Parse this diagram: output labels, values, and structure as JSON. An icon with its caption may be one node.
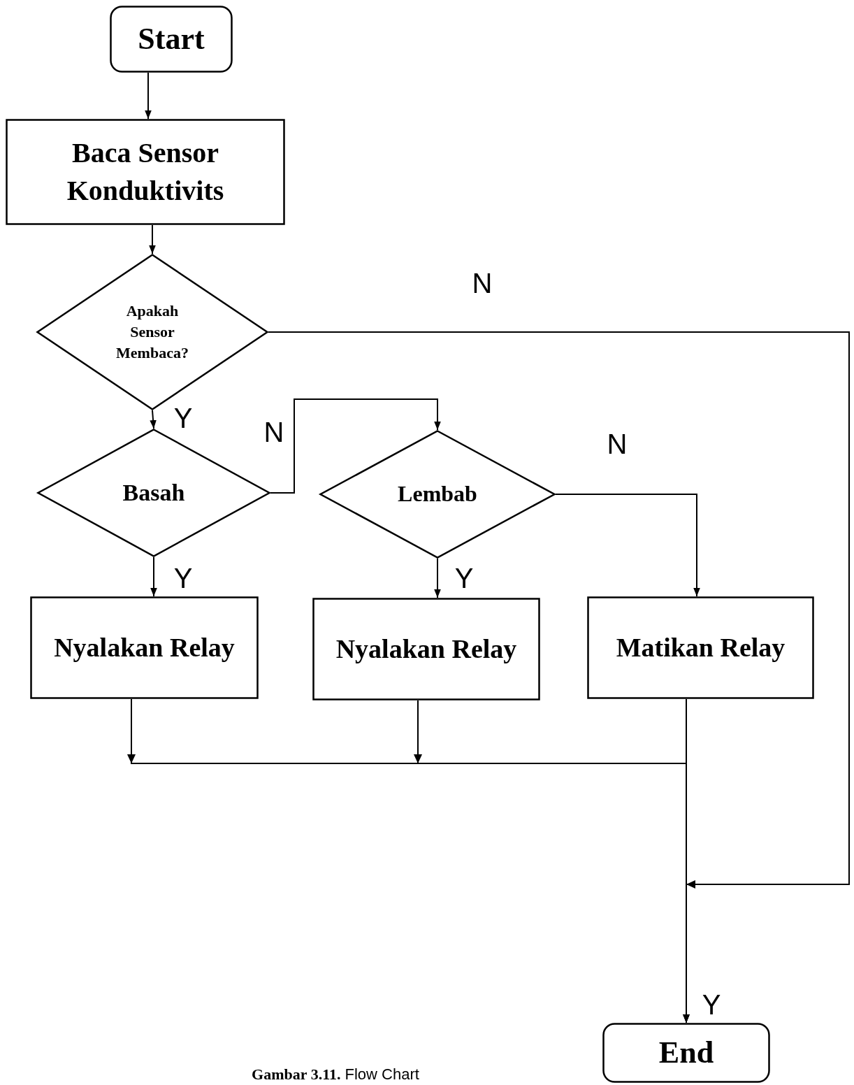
{
  "diagram": {
    "caption": "**Gambar 3.11.** Flow Chart",
    "nodes": [
      {
        "text": [
          "Start"
        ]
      },
      {
        "text": [
          "Baca Sensor Konduktivits"
        ]
      },
      {
        "text": [
          "Apakah Sensor Membaca?"
        ]
      },
      {
        "text": [
          "Basah"
        ]
      },
      {
        "text": [
          "Lembab"
        ]
      },
      {
        "text": [
          "Nyalakan Relay"
        ]
      },
      {
        "text": [
          "Nyalakan Relay"
        ]
      },
      {
        "text": [
          "Matikan Relay"
        ]
      },
      {
        "text": [
          "End"
        ]
      }
    ],
    "edges": [
      {
        "from": 0,
        "to": 1,
        "arrow": "to"
      },
      {
        "from": 1,
        "to": 2,
        "arrow": "to"
      },
      {
        "from": 2,
        "to": 3,
        "arrow": "to",
        "label": "Y"
      },
      {
        "from": 3,
        "to": 4,
        "arrow": "to",
        "label": "N"
      },
      {
        "from": 3,
        "to": 5,
        "arrow": "to",
        "label": "Y"
      },
      {
        "from": 4,
        "to": 6,
        "arrow": "to",
        "label": "Y"
      },
      {
        "from": 4,
        "to": 7,
        "arrow": "to",
        "label": "N"
      },
      {
        "from": 2,
        "to": 8,
        "arrow": "to",
        "label": "N"
      },
      {
        "from": 5,
        "to": 8,
        "arrow": "to"
      },
      {
        "from": 6,
        "to": 8,
        "arrow": "to"
      },
      {
        "from": 7,
        "to": 8,
        "arrow": "to",
        "label": "Y"
      }
    ]
  }
}
